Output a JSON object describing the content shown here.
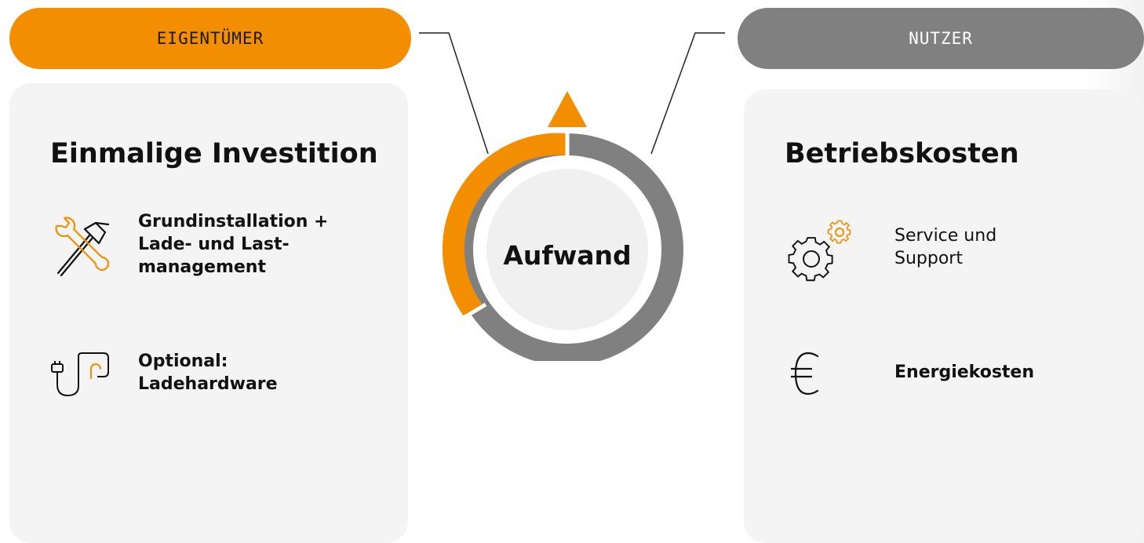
{
  "owner": {
    "header": "EIGENTÜMER",
    "title": "Einmalige Investition",
    "items": [
      {
        "icon": "tools-icon",
        "text": "Grundinstallation + Lade- und Last-management",
        "lines": [
          "Grundinstallation +",
          "Lade- und Last-",
          "management"
        ]
      },
      {
        "icon": "charging-plug-icon",
        "lines": [
          "Optional:",
          "Ladehardware"
        ]
      }
    ]
  },
  "user": {
    "header": "NUTZER",
    "title": "Betriebskosten",
    "items": [
      {
        "icon": "gears-icon",
        "line1_bold": "Service",
        "line1_rest": " und",
        "line2": "Support"
      },
      {
        "icon": "euro-icon",
        "text": "Energiekosten"
      }
    ]
  },
  "center": {
    "label": "Aufwand"
  },
  "colors": {
    "accent": "#f28e00",
    "secondary": "#808080",
    "card": "#f4f4f4"
  }
}
